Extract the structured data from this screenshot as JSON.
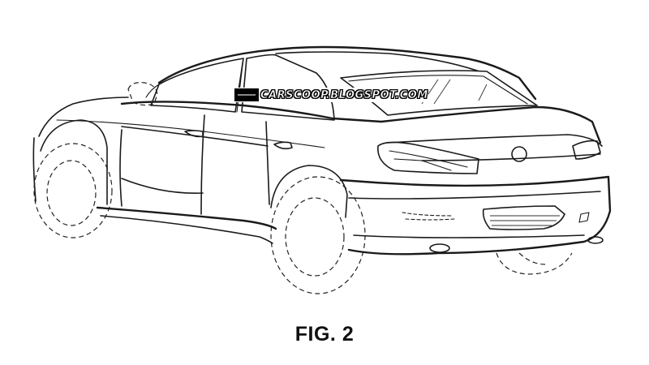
{
  "figure": {
    "label": "FIG. 2"
  },
  "watermark": {
    "text": "CARSCOOP.BLOGSPOT.COM",
    "logo": "carscoop-logo"
  },
  "drawing": {
    "subject": "car-rear-three-quarter-view-line-drawing",
    "line_color": "#1a1a1a",
    "background": "#ffffff"
  }
}
